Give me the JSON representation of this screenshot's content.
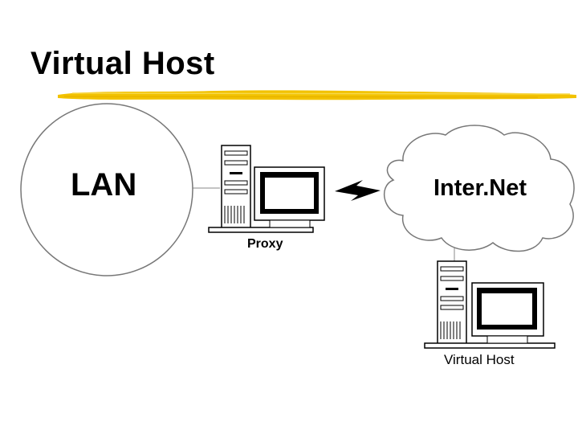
{
  "slide": {
    "title": "Virtual Host",
    "accent_color": "#f2c200"
  },
  "diagram": {
    "nodes": {
      "lan": {
        "label": "LAN"
      },
      "internet": {
        "label": "Inter.Net"
      },
      "proxy": {
        "label": "Proxy",
        "icon": "computer-workstation-icon"
      },
      "virtual_host": {
        "label": "Virtual Host",
        "icon": "computer-workstation-icon"
      }
    },
    "connections": [
      {
        "from": "lan",
        "to": "proxy",
        "kind": "line"
      },
      {
        "from": "proxy",
        "to": "internet",
        "kind": "lightning-bolt"
      },
      {
        "from": "internet",
        "to": "virtual_host",
        "kind": "line"
      }
    ]
  }
}
